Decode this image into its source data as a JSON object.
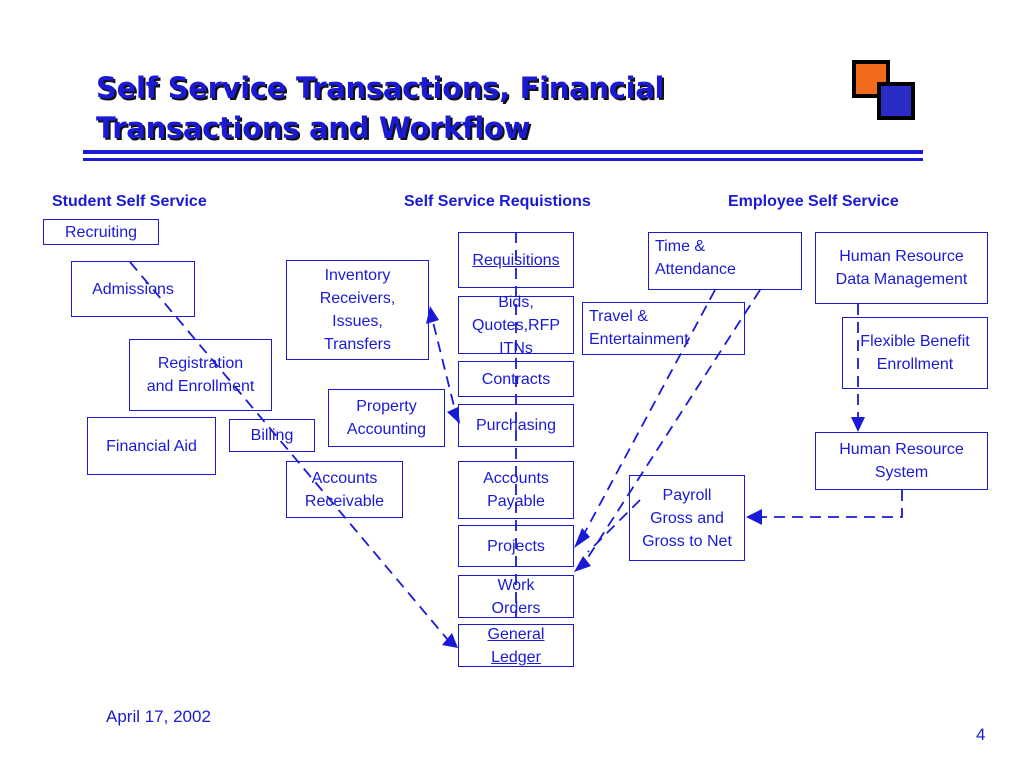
{
  "title": "Self Service Transactions, Financial\nTransactions and Workflow",
  "colors": {
    "accent": "#1a1ad6",
    "logo_orange": "#f26a1b",
    "logo_blue": "#2b2bc6"
  },
  "sections": {
    "student": "Student Self Service",
    "requisitions": "Self Service Requistions",
    "employee": "Employee Self Service"
  },
  "boxes": {
    "recruiting": "Recruiting",
    "admissions": "Admissions",
    "registration": "Registration\nand Enrollment",
    "financial_aid": "Financial Aid",
    "billing": "Billing",
    "inventory": "Inventory\nReceivers,\nIssues,\nTransfers",
    "property_accounting": "Property\nAccounting",
    "accounts_receivable": "Accounts\nReceivable",
    "requisitions": "Requisitions",
    "bids": "Bids,\nQuotes,RFP\nITNs",
    "contracts": "Contracts",
    "purchasing": "Purchasing",
    "accounts_payable": "Accounts\nPayable",
    "projects": "Projects",
    "work_orders": "Work\nOrders",
    "general_ledger": "General\nLedger",
    "time_attendance": "Time &\nAttendance",
    "travel": "Travel &\nEntertainment",
    "payroll": "Payroll\nGross and\nGross to Net",
    "hr_data": "Human Resource\nData Management",
    "flexible_benefit": "Flexible Benefit\nEnrollment",
    "hr_system": "Human Resource\nSystem"
  },
  "footer": {
    "date": "April 17, 2002",
    "page": "4"
  }
}
